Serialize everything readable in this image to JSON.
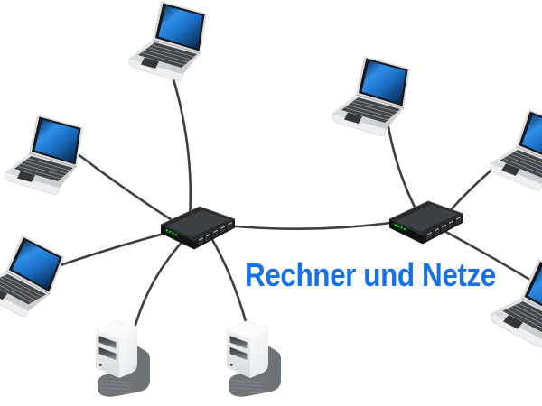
{
  "title": {
    "text": "Rechner und Netze"
  },
  "background": "#ffffff",
  "colors": {
    "title_blue": "#1670e8",
    "cable": "#3c3e41",
    "led_green": "#3fe35c",
    "screen_bright": "#2f8fe8",
    "screen_dark": "#07254c",
    "switch_body": "#26292d",
    "tower_shadow": "#6e7378",
    "laptop_body": "#e4e7ea"
  },
  "diagram": {
    "nodes": [
      {
        "id": "laptop-1",
        "type": "laptop"
      },
      {
        "id": "laptop-2",
        "type": "laptop"
      },
      {
        "id": "laptop-3",
        "type": "laptop"
      },
      {
        "id": "laptop-4",
        "type": "laptop"
      },
      {
        "id": "laptop-5",
        "type": "laptop"
      },
      {
        "id": "laptop-6",
        "type": "laptop"
      },
      {
        "id": "switch-1",
        "type": "network-switch"
      },
      {
        "id": "switch-2",
        "type": "network-switch"
      },
      {
        "id": "tower-1",
        "type": "desktop-tower"
      },
      {
        "id": "tower-2",
        "type": "desktop-tower"
      }
    ],
    "edges": [
      [
        "laptop-1",
        "switch-1"
      ],
      [
        "laptop-2",
        "switch-1"
      ],
      [
        "laptop-3",
        "switch-1"
      ],
      [
        "tower-1",
        "switch-1"
      ],
      [
        "tower-2",
        "switch-1"
      ],
      [
        "switch-1",
        "switch-2"
      ],
      [
        "laptop-4",
        "switch-2"
      ],
      [
        "laptop-5",
        "switch-2"
      ],
      [
        "laptop-6",
        "switch-2"
      ]
    ]
  }
}
